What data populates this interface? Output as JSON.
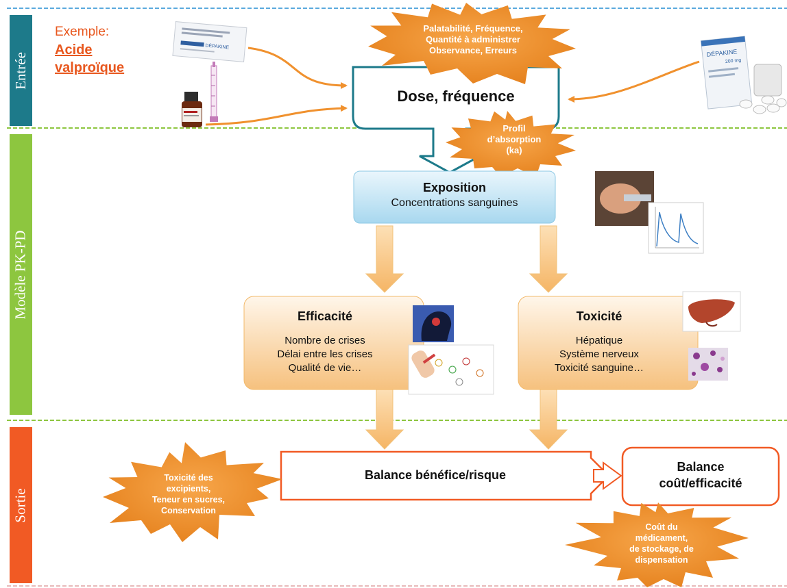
{
  "sections": {
    "entree": "Entrée",
    "modele": "Modèle PK-PD",
    "sortie": "Sortie"
  },
  "example": {
    "prefix": "Exemple:",
    "drug_line1": "Acide",
    "drug_line2": "valproïque"
  },
  "stars": {
    "top": [
      "Palatabilité, Fréquence,",
      "Quantité à administrer",
      "Observance, Erreurs"
    ],
    "absorption": [
      "Profil",
      "d’absorption",
      "(ka)"
    ],
    "excipients": [
      "Toxicité des",
      "excipients,",
      "Teneur en sucres,",
      "Conservation"
    ],
    "cout": [
      "Coût du",
      "médicament,",
      "de stockage, de",
      "dispensation"
    ]
  },
  "boxes": {
    "dose": "Dose, fréquence",
    "exposition_title": "Exposition",
    "exposition_sub": "Concentrations sanguines",
    "efficacite_title": "Efficacité",
    "efficacite_items": [
      "Nombre de crises",
      "Délai entre les crises",
      "Qualité de vie…"
    ],
    "toxicite_title": "Toxicité",
    "toxicite_items": [
      "Hépatique",
      "Système nerveux",
      "Toxicité sanguine…"
    ],
    "balance_benefice": "Balance bénéfice/risque",
    "balance_cout_line1": "Balance",
    "balance_cout_line2": "coût/efficacité"
  },
  "photo_texts": {
    "depakine_box": "DÉPAKINE",
    "depakine_dose": "200 mg",
    "sachet": "DÉPAKINE"
  },
  "colors": {
    "entree": "#1d7a8a",
    "modele": "#8dc63f",
    "sortie": "#f15a24",
    "star": "#f0912e",
    "flow_orange": "#f2a03d",
    "accent_red": "#e8571e"
  }
}
